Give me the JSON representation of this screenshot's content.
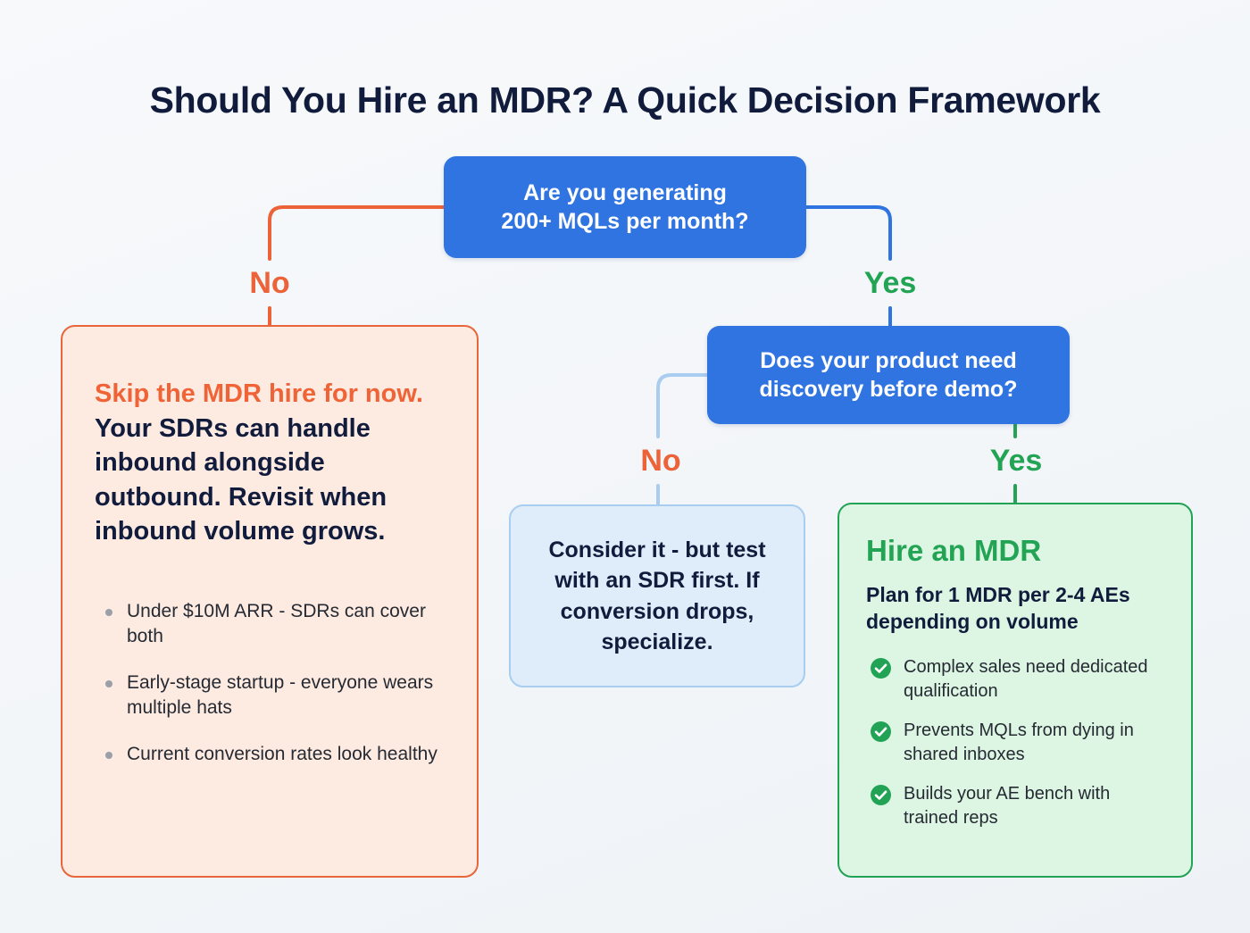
{
  "page": {
    "title": "Should You Hire an MDR? A Quick Decision Framework",
    "background": "#f3f6f9"
  },
  "colors": {
    "decision_blue": "#2f74e0",
    "branch_no_orange": "#ec6239",
    "branch_yes_green": "#23a455",
    "card_orange_border": "#e8663a",
    "card_orange_fill": "#fdeae1",
    "card_blue_border": "#a9cdee",
    "card_blue_fill": "#dfedfb",
    "card_green_border": "#21a254",
    "card_green_fill": "#ddf6e3",
    "text_navy": "#111c3d"
  },
  "decisions": [
    {
      "id": "mqls",
      "line1": "Are you generating",
      "line2": "200+ MQLs per month?",
      "text": "Are you generating 200+ MQLs per month?"
    },
    {
      "id": "discovery",
      "line1": "Does your product need",
      "line2": "discovery before demo?",
      "text": "Does your product need discovery before demo?"
    }
  ],
  "branches": {
    "no_1": "No",
    "yes_1": "Yes",
    "no_2": "No",
    "yes_2": "Yes"
  },
  "outcomes": {
    "skip": {
      "headline": "Skip the MDR hire for now.",
      "body": " Your SDRs can handle inbound alongside outbound. Revisit when inbound volume grows.",
      "bullets": [
        "Under $10M ARR - SDRs can cover both",
        "Early-stage startup - everyone wears multiple hats",
        "Current conversion rates look healthy"
      ]
    },
    "consider": {
      "text": "Consider it - but test with an SDR first. If conversion drops, specialize."
    },
    "hire": {
      "title": "Hire an MDR",
      "subtitle": "Plan for 1 MDR per 2-4 AEs depending on volume",
      "bullets": [
        "Complex sales need dedicated qualification",
        "Prevents MQLs from dying in shared inboxes",
        "Builds your AE bench with trained reps"
      ]
    }
  }
}
